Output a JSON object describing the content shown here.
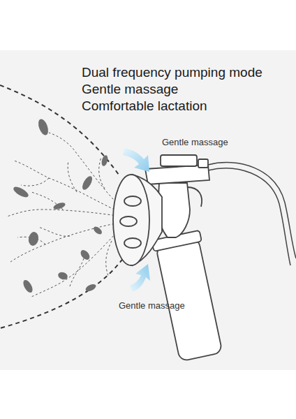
{
  "diagram": {
    "labels": [
      "Dual frequency pumping mode",
      "Gentle massage",
      "Comfortable lactation",
      "Gentle massage",
      "Gentle massage"
    ]
  }
}
